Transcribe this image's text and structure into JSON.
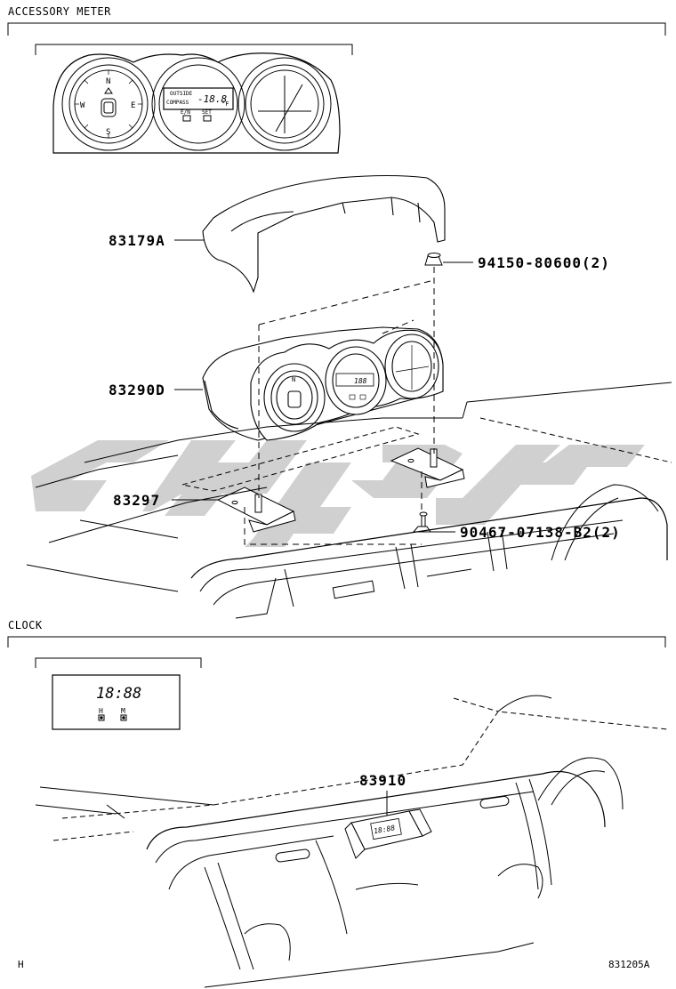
{
  "sections": {
    "accessory_meter": {
      "title": "ACCESSORY METER"
    },
    "clock": {
      "title": "CLOCK"
    }
  },
  "callouts": {
    "meter_cover": "83179A",
    "clip": "94150-80600(2)",
    "meter_assembly": "83290D",
    "bracket": "83297",
    "screw": "90467-07138-B2(2)",
    "clock": "83910"
  },
  "meter_face": {
    "compass_n": "N",
    "compass_s": "S",
    "compass_e": "E",
    "compass_w": "W",
    "outside": "OUTSIDE",
    "compass": "COMPASS",
    "temp_display": "-18.8",
    "temp_unit": "°F",
    "en_button": "E/N",
    "set_button": "SET",
    "mini_display": "188"
  },
  "clock_face": {
    "time_display": "18:88",
    "hour_button": "H",
    "minute_button": "M",
    "mini_display": "18:88"
  },
  "footer": {
    "left_mark": "H",
    "drawing_number": "831205A"
  }
}
